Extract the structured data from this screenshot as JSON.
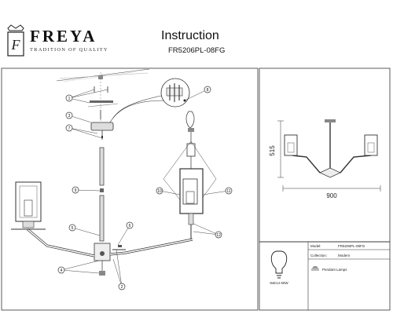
{
  "header": {
    "brand": "FREYA",
    "tagline": "TRADITION OF QUALITY",
    "title": "Instruction",
    "model_code": "FR5206PL-08FG"
  },
  "dimensions": {
    "height": "515",
    "width": "900"
  },
  "callouts": [
    "1",
    "2",
    "3",
    "4",
    "5",
    "6",
    "7",
    "8",
    "9",
    "10",
    "11",
    "12"
  ],
  "specs": {
    "model_label": "Model:",
    "model_value": "FR5206PL-08FG",
    "collection_label": "Collection:",
    "collection_value": "Modern",
    "bulb": "8xE14 60W",
    "lamp_type": "Pendant Lamps"
  }
}
